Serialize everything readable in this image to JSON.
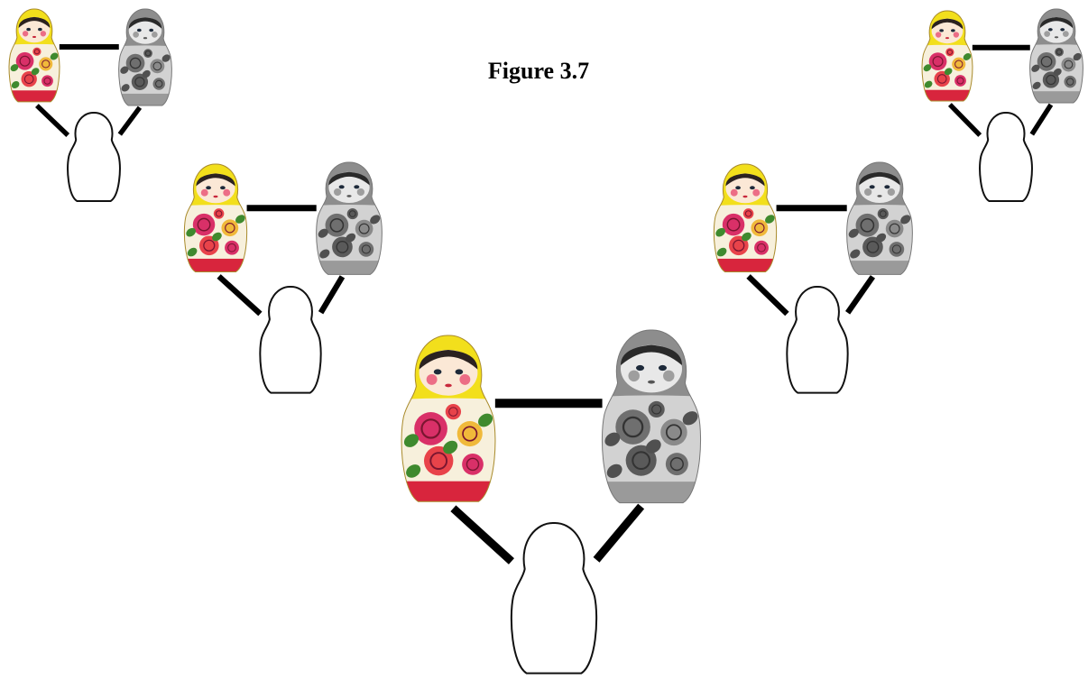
{
  "figure": {
    "title": "Figure 3.7"
  },
  "colors": {
    "background": "#ffffff",
    "connector": "#000000",
    "doll_color_head": "#f2df1c",
    "doll_color_base": "#d8253d",
    "doll_color_body": "#f7f0dc",
    "doll_color_rose": "#d93068",
    "doll_color_leaf": "#3f8a2e",
    "doll_gray_head": "#8d8d8d",
    "doll_gray_body": "#d2d2d2",
    "doll_gray_base": "#9a9a9a",
    "offspring_outline": "#111111"
  },
  "diagram": {
    "kind": "pedigree-tree",
    "units": [
      {
        "id": "top-left",
        "mother": "color-doll",
        "father": "gray-doll",
        "child": "outline-doll"
      },
      {
        "id": "mid-left",
        "mother": "color-doll",
        "father": "gray-doll",
        "child": "outline-doll"
      },
      {
        "id": "bottom-center",
        "mother": "color-doll",
        "father": "gray-doll",
        "child": "outline-doll"
      },
      {
        "id": "mid-right",
        "mother": "color-doll",
        "father": "gray-doll",
        "child": "outline-doll"
      },
      {
        "id": "top-right",
        "mother": "color-doll",
        "father": "gray-doll",
        "child": "outline-doll"
      }
    ]
  }
}
